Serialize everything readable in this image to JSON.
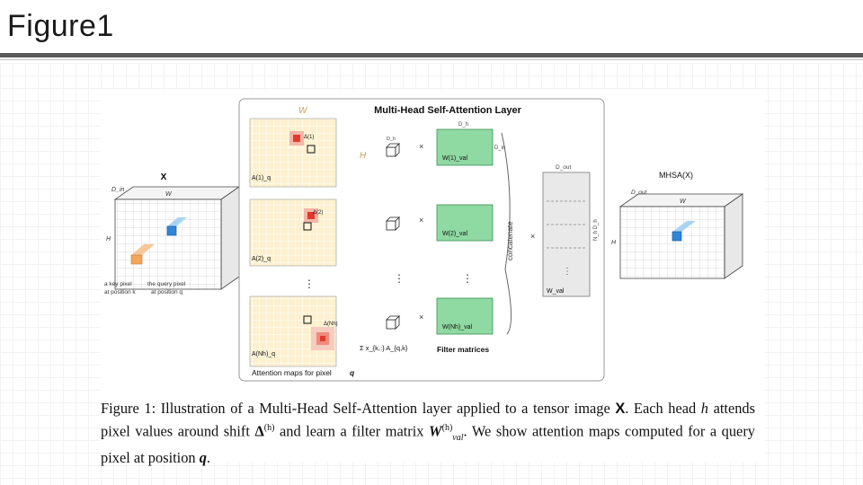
{
  "slide": {
    "title": "Figure1"
  },
  "figure": {
    "layer_title": "Multi-Head Self-Attention Layer",
    "input_label": "X",
    "output_label": "MHSA(X)",
    "dim_W": "W",
    "dim_H": "H",
    "dim_Din": "D_in",
    "dim_Dh": "D_h",
    "dim_Dout": "D_out",
    "dim_NhDh": "N_h D_h",
    "key_pixel_label_1": "a key pixel",
    "key_pixel_label_2": "at position k",
    "query_pixel_label_1": "the query pixel",
    "query_pixel_label_2": "at position q",
    "attn_maps_label": "Attention maps for pixel",
    "attn_maps_var": "q",
    "filter_matrices_label": "Filter matrices",
    "concatenate_label": "concatenate",
    "times": "×",
    "sum_label": "Σ x_{k,:} A_{q,k}",
    "W_val": "W_val",
    "delta_1": "Δ(1)",
    "delta_2": "Δ(2)",
    "delta_Nh": "Δ(Nh)",
    "A1": "A(1)_q",
    "A2": "A(2)_q",
    "ANh": "A(Nh)_q",
    "Wval1": "W(1)_val",
    "Wval2": "W(2)_val",
    "WvalNh": "W(Nh)_val"
  },
  "caption": {
    "p1": "Figure 1: Illustration of a Multi-Head Self-Attention layer applied to a tensor image ",
    "X": "X",
    "p2": ". Each head ",
    "h": "h",
    "p3": " attends pixel values around shift ",
    "delta": "Δ",
    "sup_h": "(h)",
    "p4": " and learn a filter matrix ",
    "W": "W",
    "val": "val",
    "p5": ". We show attention maps computed for a query pixel at position ",
    "q": "q",
    "p6": "."
  }
}
